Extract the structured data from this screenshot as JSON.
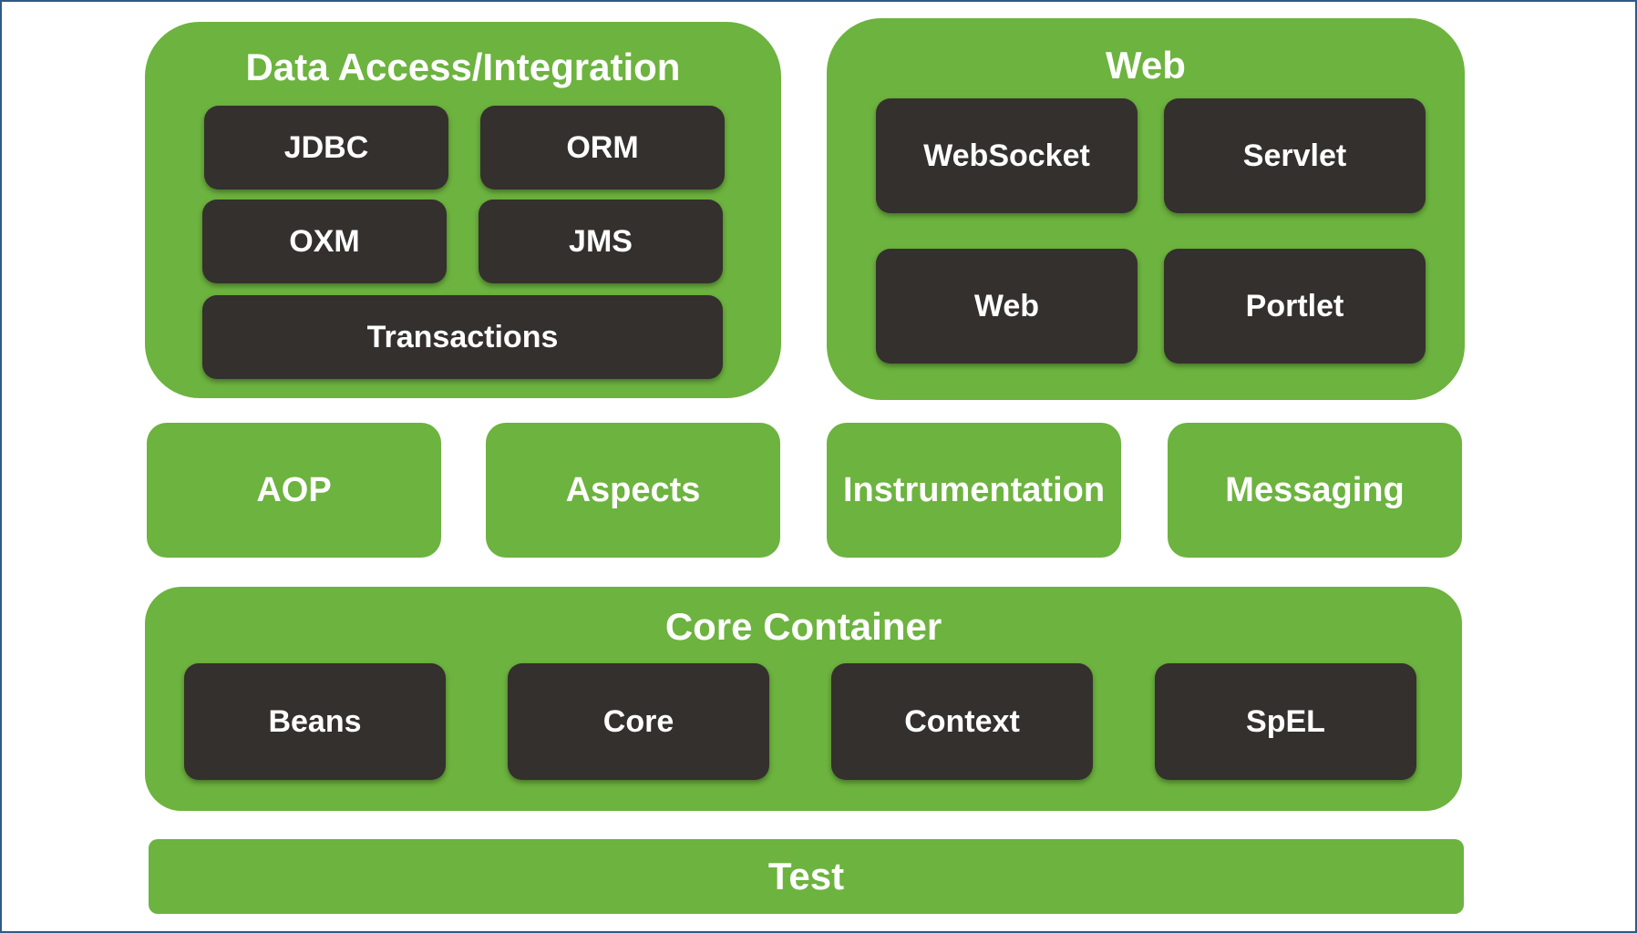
{
  "colors": {
    "green": "#6db33f",
    "dark": "#34302d",
    "text": "#ffffff",
    "frame_border": "#2f5a86"
  },
  "data_access": {
    "title": "Data Access/Integration",
    "jdbc": "JDBC",
    "orm": "ORM",
    "oxm": "OXM",
    "jms": "JMS",
    "transactions": "Transactions"
  },
  "web": {
    "title": "Web",
    "websocket": "WebSocket",
    "servlet": "Servlet",
    "web": "Web",
    "portlet": "Portlet"
  },
  "middle": {
    "aop": "AOP",
    "aspects": "Aspects",
    "instrumentation": "Instrumentation",
    "messaging": "Messaging"
  },
  "core_container": {
    "title": "Core Container",
    "beans": "Beans",
    "core": "Core",
    "context": "Context",
    "spel": "SpEL"
  },
  "test": {
    "label": "Test"
  }
}
